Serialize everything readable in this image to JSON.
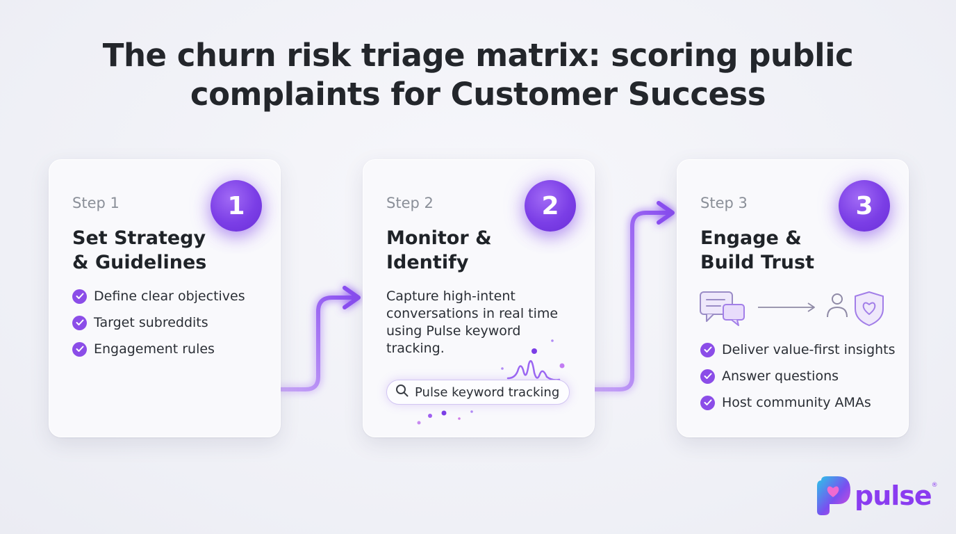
{
  "title": {
    "line1": "The churn risk triage matrix: scoring public",
    "line2": "complaints for Customer Success"
  },
  "steps": [
    {
      "label": "Step 1",
      "number": "1",
      "title_line1": "Set Strategy",
      "title_line2": "& Guidelines",
      "items": [
        "Define clear objectives",
        "Target subreddits",
        "Engagement rules"
      ]
    },
    {
      "label": "Step 2",
      "number": "2",
      "title_line1": "Monitor &",
      "title_line2": "Identify",
      "description": "Capture high-intent conversations in real time using Pulse keyword tracking.",
      "search_label": "Pulse keyword tracking"
    },
    {
      "label": "Step 3",
      "number": "3",
      "title_line1": "Engage &",
      "title_line2": "Build Trust",
      "items": [
        "Deliver value-first insights",
        "Answer questions",
        "Host community AMAs"
      ]
    }
  ],
  "brand": {
    "name": "pulse",
    "registered": "®",
    "accent": "#7b3ee6",
    "icons": [
      "chat-bubbles-icon",
      "arrow-right-icon",
      "people-icon",
      "heart-shield-icon",
      "search-icon",
      "check-icon"
    ]
  }
}
